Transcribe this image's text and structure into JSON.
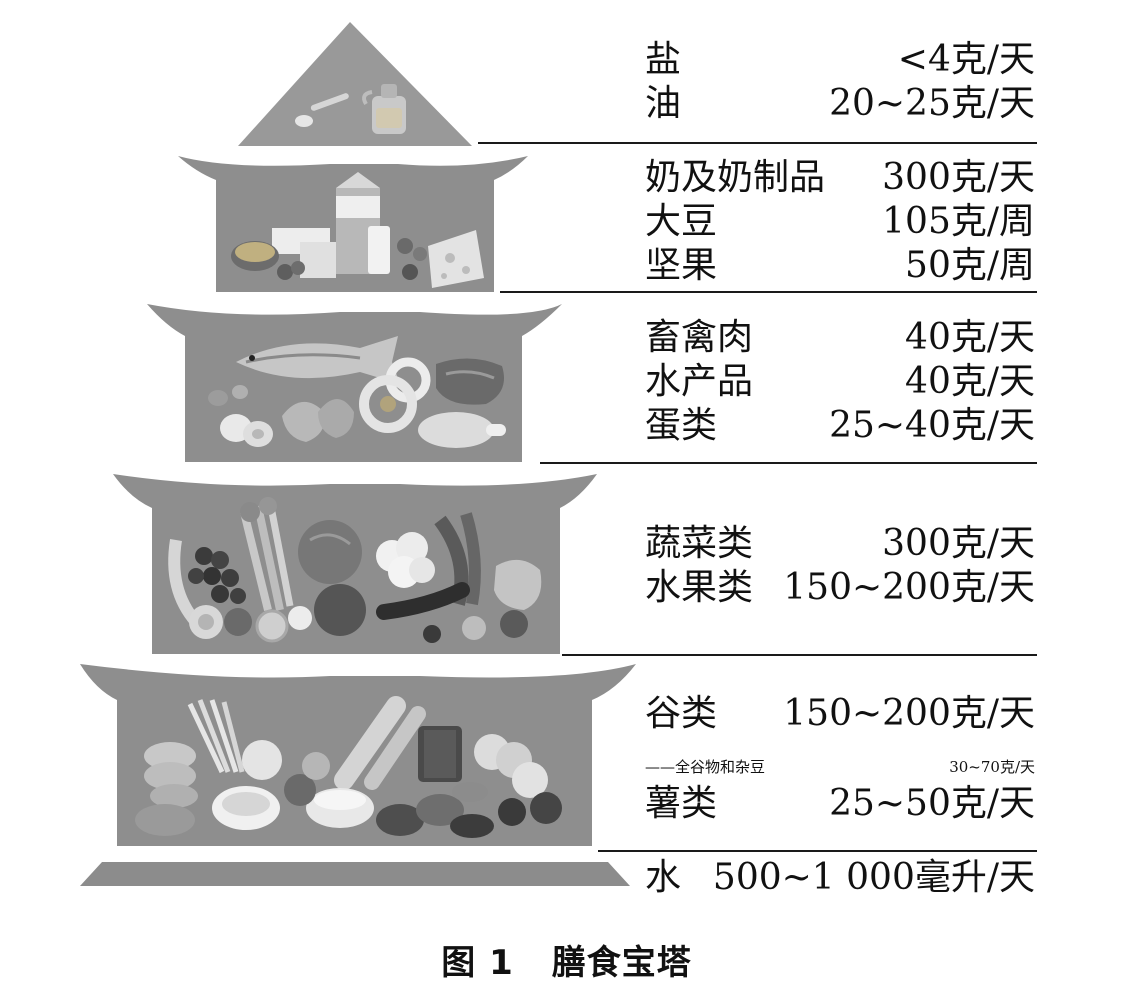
{
  "tiers": [
    {
      "items": [
        {
          "name": "盐",
          "amount": "<4克/天"
        },
        {
          "name": "油",
          "amount": "20~25克/天"
        }
      ]
    },
    {
      "items": [
        {
          "name": "奶及奶制品",
          "amount": "300克/天"
        },
        {
          "name": "大豆",
          "amount": "105克/周"
        },
        {
          "name": "坚果",
          "amount": "50克/周"
        }
      ]
    },
    {
      "items": [
        {
          "name": "畜禽肉",
          "amount": "40克/天"
        },
        {
          "name": "水产品",
          "amount": "40克/天"
        },
        {
          "name": "蛋类",
          "amount": "25~40克/天"
        }
      ]
    },
    {
      "items": [
        {
          "name": "蔬菜类",
          "amount": "300克/天"
        },
        {
          "name": "水果类",
          "amount": "150~200克/天"
        }
      ]
    },
    {
      "items": [
        {
          "name": "谷类",
          "amount": "150~200克/天"
        },
        {
          "name": "——全谷物和杂豆",
          "amount": "30~70克/天"
        },
        {
          "name": "薯类",
          "amount": "25~50克/天"
        }
      ]
    },
    {
      "items": [
        {
          "name": "水",
          "amount": "500~1 000毫升/天"
        }
      ]
    }
  ],
  "caption": {
    "number": "图 1",
    "title": "膳食宝塔"
  },
  "colors": {
    "tier": "#8e8e8e",
    "base": "#8c8c8c",
    "rule": "#1a1a1a"
  }
}
